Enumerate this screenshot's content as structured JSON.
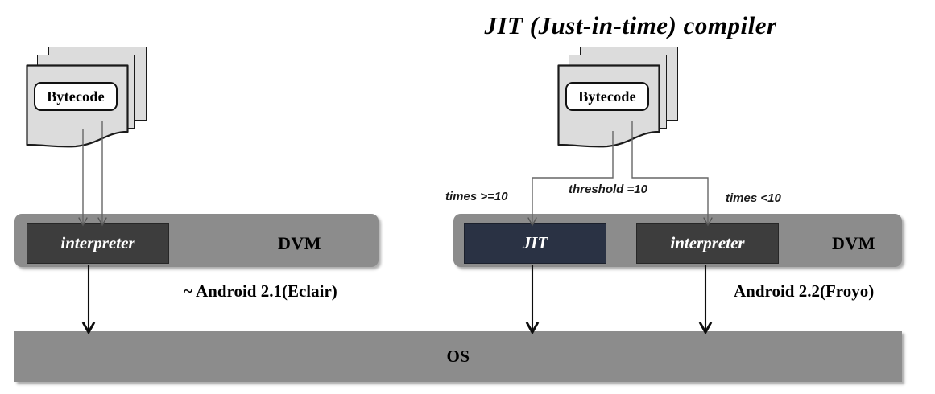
{
  "title": "JIT (Just-in-time) compiler",
  "left_panel": {
    "bytecode_label": "Bytecode",
    "dvm_label": "DVM",
    "interpreter_label": "interpreter",
    "version_caption": "~ Android 2.1(Eclair)"
  },
  "right_panel": {
    "bytecode_label": "Bytecode",
    "dvm_label": "DVM",
    "jit_label": "JIT",
    "interpreter_label": "interpreter",
    "version_caption": "Android 2.2(Froyo)",
    "branch_left_label": "times >=10",
    "branch_center_label": "threshold =10",
    "branch_right_label": "times <10"
  },
  "os": {
    "label": "OS"
  },
  "colors": {
    "band_gray": "#8c8c8c",
    "interpreter_dark": "#3d3d3d",
    "jit_navy": "#2a3244",
    "document_fill": "#dcdcdc",
    "outline": "#1a1a1a",
    "background": "#ffffff",
    "text": "#000000",
    "unit_text": "#ffffff"
  }
}
